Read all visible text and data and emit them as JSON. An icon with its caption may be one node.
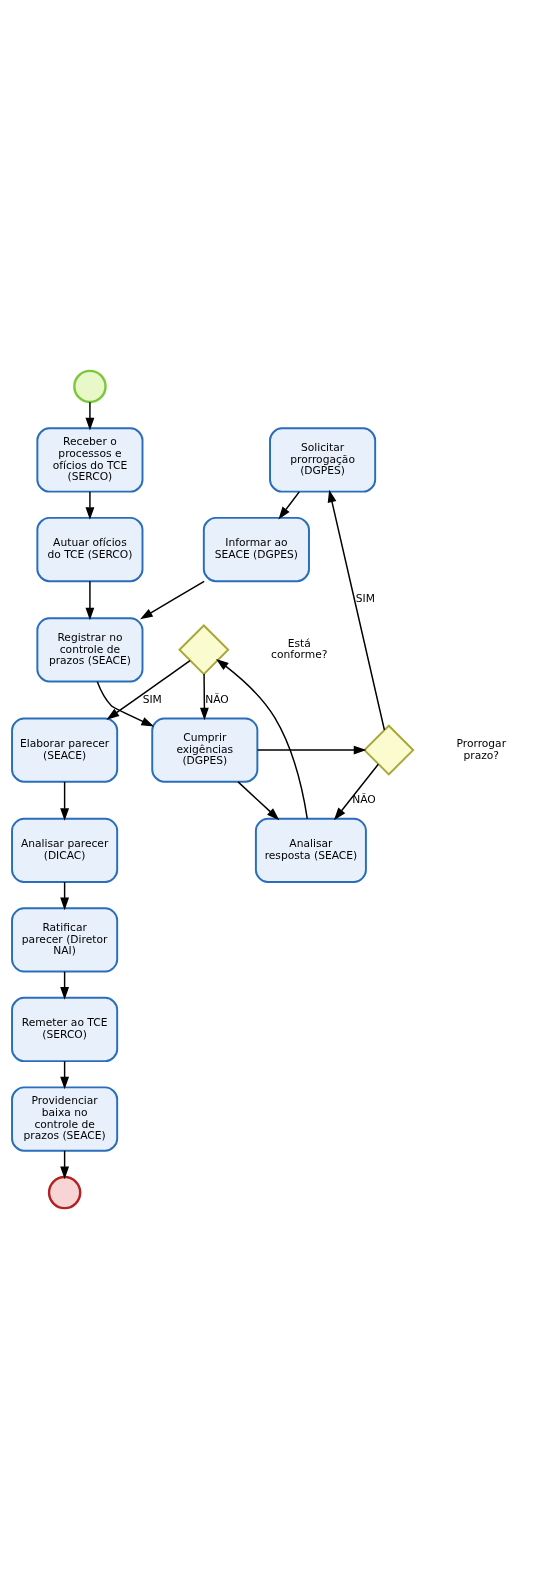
{
  "diagram": {
    "nodes": [
      {
        "text": [],
        "shape": "circle"
      },
      {
        "text": [
          "Receber o processos e ofícios do TCE (SERCO)"
        ]
      },
      {
        "text": [
          "Autuar ofícios do TCE (SERCO)"
        ]
      },
      {
        "text": [
          "Registrar no controle de prazos (SEACE)"
        ]
      },
      {
        "text": [
          "Informar ao SEACE (DGPES)"
        ]
      },
      {
        "text": [
          "Solicitar prorrogação (DGPES)"
        ]
      },
      {
        "text": [
          "Cumprir exigências (DGPES)"
        ]
      },
      {
        "text": [],
        "shape": "diamond",
        "beside": [
          "Prorrogar prazo?"
        ]
      },
      {
        "text": [
          "Analisar resposta (SEACE)"
        ]
      },
      {
        "text": [],
        "shape": "diamond",
        "beside": [
          "Está conforme?"
        ]
      },
      {
        "text": [
          "Elaborar parecer (SEACE)"
        ]
      },
      {
        "text": [
          "Analisar parecer (DICAC)"
        ]
      },
      {
        "text": [
          "Ratificar parecer (Diretor NAI)"
        ]
      },
      {
        "text": [
          "Remeter ao TCE (SERCO)"
        ]
      },
      {
        "text": [
          "Providenciar baixa no controle de prazos (SEACE)"
        ]
      },
      {
        "text": [],
        "shape": "circle"
      }
    ],
    "edges": [
      {
        "from": 0,
        "to": 1,
        "arrow": "to"
      },
      {
        "from": 1,
        "to": 2,
        "arrow": "to"
      },
      {
        "from": 2,
        "to": 3,
        "arrow": "to"
      },
      {
        "from": 3,
        "to": 6,
        "arrow": "to"
      },
      {
        "from": 6,
        "to": 7,
        "arrow": "to"
      },
      {
        "from": 7,
        "to": 5,
        "arrow": "to",
        "label": "SIM"
      },
      {
        "from": 5,
        "to": 4,
        "arrow": "to"
      },
      {
        "from": 4,
        "to": 3,
        "arrow": "to"
      },
      {
        "from": 7,
        "to": 8,
        "arrow": "to",
        "label": "NÃO"
      },
      {
        "from": 6,
        "to": 8,
        "arrow": "to"
      },
      {
        "from": 8,
        "to": 9,
        "arrow": "to"
      },
      {
        "from": 9,
        "to": 6,
        "arrow": "to",
        "label": "NÃO"
      },
      {
        "from": 9,
        "to": 10,
        "arrow": "to",
        "label": "SIM"
      },
      {
        "from": 10,
        "to": 11,
        "arrow": "to"
      },
      {
        "from": 11,
        "to": 12,
        "arrow": "to"
      },
      {
        "from": 12,
        "to": 13,
        "arrow": "to"
      },
      {
        "from": 13,
        "to": 14,
        "arrow": "to"
      },
      {
        "from": 14,
        "to": 15,
        "arrow": "to"
      }
    ]
  }
}
